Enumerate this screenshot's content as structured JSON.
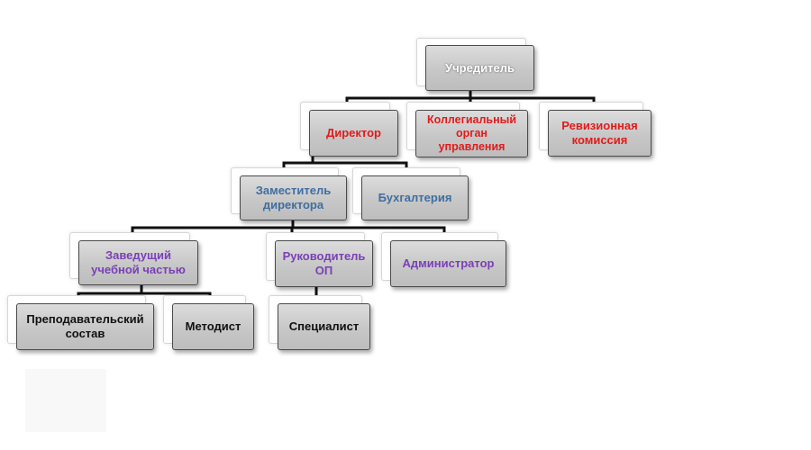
{
  "diagram": {
    "colors": {
      "white": "#ffffff",
      "red": "#e31b1b",
      "steel_blue": "#3f6ea0",
      "purple": "#7a3fb5",
      "black": "#111111",
      "line": "#111111"
    },
    "nodes": {
      "founder": {
        "label": "Учредитель",
        "color": "white"
      },
      "director": {
        "label": "Директор",
        "color": "red"
      },
      "board": {
        "label": "Коллегиальный\nорган\nуправления",
        "color": "red"
      },
      "audit": {
        "label": "Ревизионная\nкомиссия",
        "color": "red"
      },
      "deputy": {
        "label": "Заместитель\nдиректора",
        "color": "steel_blue"
      },
      "accounting": {
        "label": "Бухгалтерия",
        "color": "steel_blue"
      },
      "head_study": {
        "label": "Заведущий\nучебной частью",
        "color": "purple"
      },
      "head_op": {
        "label": "Руководитель\nОП",
        "color": "purple"
      },
      "administrator": {
        "label": "Администратор",
        "color": "purple"
      },
      "teachers": {
        "label": "Преподавательский\nсостав",
        "color": "black"
      },
      "methodist": {
        "label": "Методист",
        "color": "black"
      },
      "specialist": {
        "label": "Специалист",
        "color": "black"
      }
    }
  }
}
